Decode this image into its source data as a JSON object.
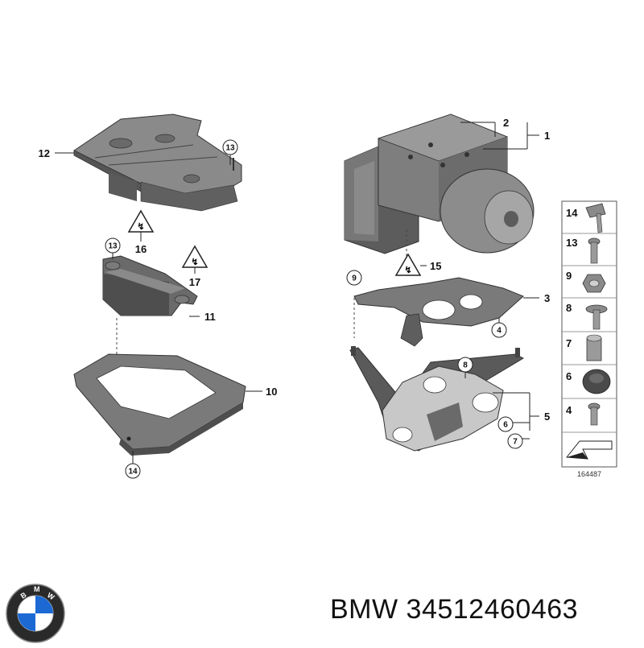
{
  "diagram": {
    "callouts": {
      "c1": "1",
      "c2": "2",
      "c3": "3",
      "c4": "4",
      "c5": "5",
      "c6": "6",
      "c7": "7",
      "c8": "8",
      "c9": "9",
      "c10": "10",
      "c11": "11",
      "c12": "12",
      "c13a": "13",
      "c13b": "13",
      "c14": "14",
      "c15": "15",
      "c16": "16",
      "c17": "17"
    },
    "legend": [
      "14",
      "13",
      "9",
      "8",
      "7",
      "6",
      "4"
    ],
    "diagram_id": "164487"
  },
  "footer": {
    "brand": "BMW",
    "part_number": "34512460463",
    "logo_text": "BMW"
  },
  "colors": {
    "part_fill": "#6e6e6e",
    "part_dark": "#4a4a4a",
    "part_light": "#a8a8a8",
    "bracket_fill": "#c4c4c4",
    "logo_blue": "#1c69d4"
  }
}
